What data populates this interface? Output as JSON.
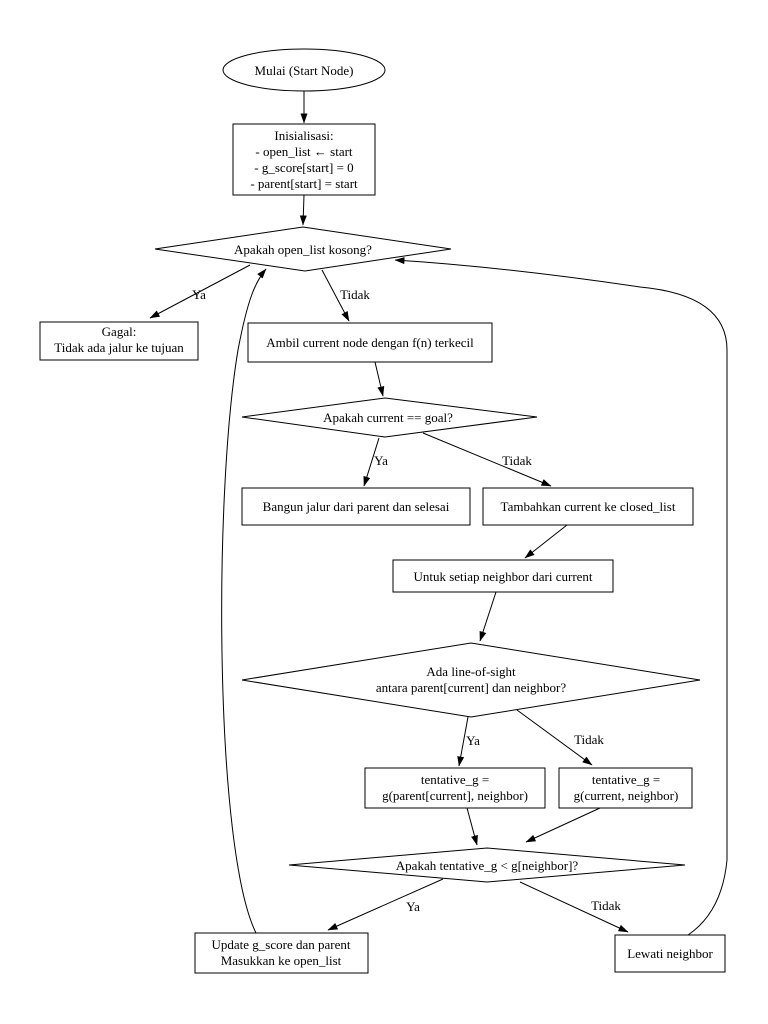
{
  "diagram": {
    "background": "#ffffff",
    "stroke_color": "#000000",
    "text_color": "#000000",
    "nodes": {
      "start": {
        "label": "Mulai (Start Node)"
      },
      "init": {
        "line1": "Inisialisasi:",
        "line2": "- open_list ← start",
        "line3": "- g_score[start] = 0",
        "line4": "- parent[start] = start"
      },
      "open_list_empty": {
        "label": "Apakah open_list kosong?"
      },
      "fail": {
        "line1": "Gagal:",
        "line2": "Tidak ada jalur ke tujuan"
      },
      "pick_current": {
        "label": "Ambil current node dengan f(n) terkecil"
      },
      "is_goal": {
        "label": "Apakah current == goal?"
      },
      "build_path": {
        "label": "Bangun jalur dari parent dan selesai"
      },
      "add_closed": {
        "label": "Tambahkan current ke closed_list"
      },
      "for_each_neighbor": {
        "label": "Untuk setiap neighbor dari current"
      },
      "line_of_sight": {
        "line1": "Ada line-of-sight",
        "line2": "antara parent[current] dan neighbor?"
      },
      "tentative_parent": {
        "line1": "tentative_g =",
        "line2": "g(parent[current], neighbor)"
      },
      "tentative_current": {
        "line1": "tentative_g =",
        "line2": "g(current, neighbor)"
      },
      "tentative_check": {
        "label": "Apakah tentative_g < g[neighbor]?"
      },
      "update_scores": {
        "line1": "Update g_score dan parent",
        "line2": "Masukkan ke open_list"
      },
      "skip_neighbor": {
        "label": "Lewati neighbor"
      }
    },
    "edge_labels": {
      "open_list_yes": "Ya",
      "open_list_no": "Tidak",
      "goal_yes": "Ya",
      "goal_no": "Tidak",
      "los_yes": "Ya",
      "los_no": "Tidak",
      "tentative_yes": "Ya",
      "tentative_no": "Tidak"
    }
  }
}
